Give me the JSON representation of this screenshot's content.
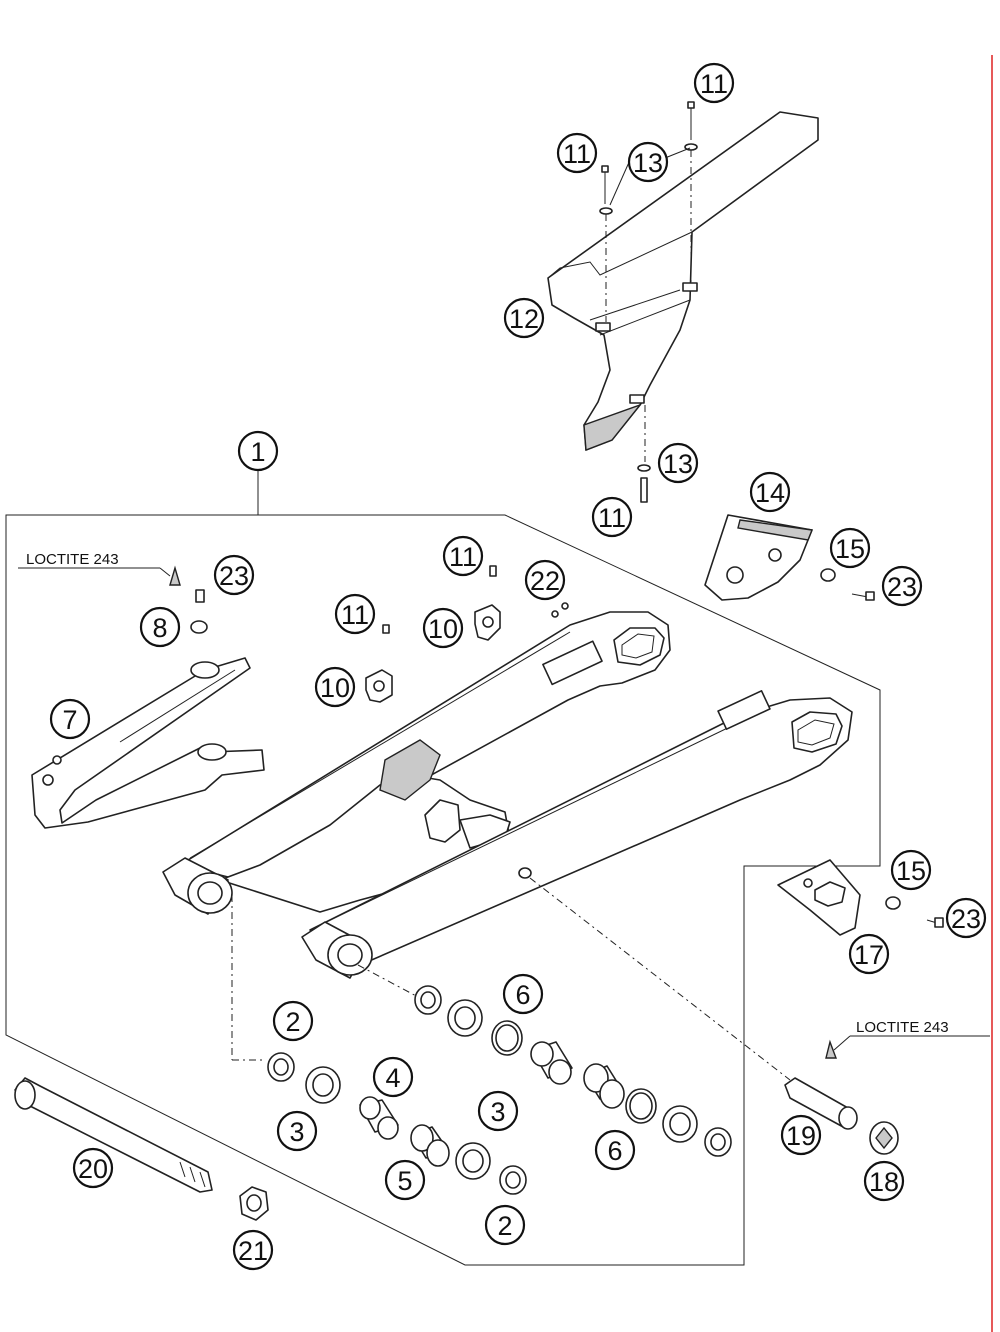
{
  "notes": {
    "left": "LOCTITE 243",
    "right": "LOCTITE 243"
  },
  "callouts": [
    {
      "id": "c1",
      "label": "1"
    },
    {
      "id": "c2a",
      "label": "2"
    },
    {
      "id": "c2b",
      "label": "2"
    },
    {
      "id": "c3a",
      "label": "3"
    },
    {
      "id": "c3b",
      "label": "3"
    },
    {
      "id": "c4",
      "label": "4"
    },
    {
      "id": "c5",
      "label": "5"
    },
    {
      "id": "c6a",
      "label": "6"
    },
    {
      "id": "c6b",
      "label": "6"
    },
    {
      "id": "c7",
      "label": "7"
    },
    {
      "id": "c8",
      "label": "8"
    },
    {
      "id": "c10a",
      "label": "10"
    },
    {
      "id": "c10b",
      "label": "10"
    },
    {
      "id": "c11a",
      "label": "11"
    },
    {
      "id": "c11b",
      "label": "11"
    },
    {
      "id": "c11c",
      "label": "11"
    },
    {
      "id": "c11d",
      "label": "11"
    },
    {
      "id": "c11e",
      "label": "11"
    },
    {
      "id": "c12",
      "label": "12"
    },
    {
      "id": "c13a",
      "label": "13"
    },
    {
      "id": "c13b",
      "label": "13"
    },
    {
      "id": "c14",
      "label": "14"
    },
    {
      "id": "c15a",
      "label": "15"
    },
    {
      "id": "c15b",
      "label": "15"
    },
    {
      "id": "c17",
      "label": "17"
    },
    {
      "id": "c18",
      "label": "18"
    },
    {
      "id": "c19",
      "label": "19"
    },
    {
      "id": "c20",
      "label": "20"
    },
    {
      "id": "c21",
      "label": "21"
    },
    {
      "id": "c22",
      "label": "22"
    },
    {
      "id": "c23a",
      "label": "23"
    },
    {
      "id": "c23b",
      "label": "23"
    },
    {
      "id": "c23c",
      "label": "23"
    }
  ]
}
